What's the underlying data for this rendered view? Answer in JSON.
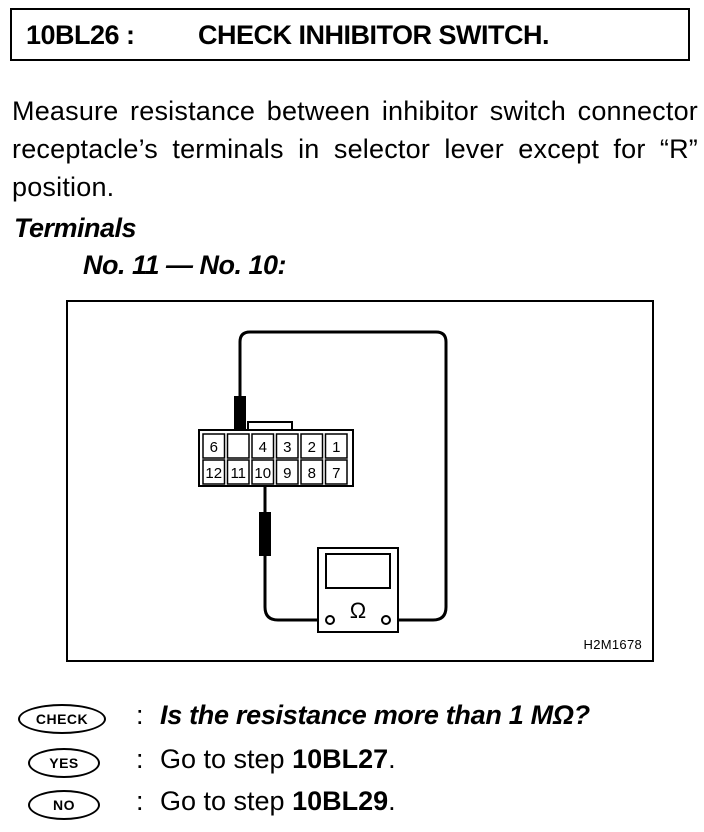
{
  "step": {
    "id": "10BL26 :",
    "title": "CHECK INHIBITOR SWITCH."
  },
  "instruction": "Measure resistance between inhibitor switch connector receptacle’s terminals in selector lever except for “R” position.",
  "terminals": {
    "label": "Terminals",
    "value": "No. 11 — No. 10:"
  },
  "diagram": {
    "connector_top_row": [
      "6",
      "",
      "4",
      "3",
      "2",
      "1"
    ],
    "connector_bottom_row": [
      "12",
      "11",
      "10",
      "9",
      "8",
      "7"
    ],
    "meter_symbol": "Ω",
    "figure_id": "H2M1678"
  },
  "check": {
    "badge": "CHECK",
    "colon": ":",
    "question": "Is the resistance more than 1 MΩ?"
  },
  "yes": {
    "badge": "YES",
    "colon": ":",
    "text": "Go to step ",
    "step": "10BL27",
    "end": "."
  },
  "no": {
    "badge": "NO",
    "colon": ":",
    "text": "Go to step ",
    "step": "10BL29",
    "end": "."
  }
}
